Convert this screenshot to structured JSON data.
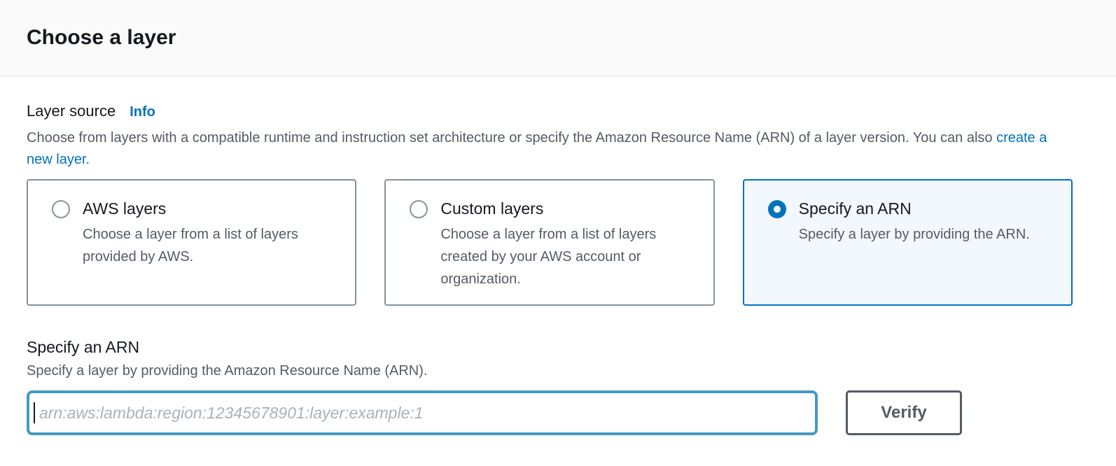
{
  "header": {
    "title": "Choose a layer"
  },
  "layer_source": {
    "label": "Layer source",
    "info_link": "Info",
    "description": "Choose from layers with a compatible runtime and instruction set architecture or specify the Amazon Resource Name (ARN) of a layer version. You can also ",
    "description_link": "create a new layer."
  },
  "cards": [
    {
      "title": "AWS layers",
      "description": "Choose a layer from a list of layers provided by AWS.",
      "selected": false
    },
    {
      "title": "Custom layers",
      "description": "Choose a layer from a list of layers created by your AWS account or organization.",
      "selected": false
    },
    {
      "title": "Specify an ARN",
      "description": "Specify a layer by providing the ARN.",
      "selected": true
    }
  ],
  "arn_section": {
    "heading": "Specify an ARN",
    "description": "Specify a layer by providing the Amazon Resource Name (ARN).",
    "input": {
      "value": "",
      "placeholder": "arn:aws:lambda:region:12345678901:layer:example:1"
    },
    "verify_button": "Verify"
  },
  "colors": {
    "accent_blue": "#0073bb",
    "selected_card_bg": "#f2f8fd",
    "selected_card_border": "#0073bb",
    "unselected_card_border": "#87919b",
    "focus_input_border": "#449ac0",
    "heading_text": "#16191f",
    "body_gray": "#545b64",
    "header_bg": "#fafafa",
    "divider": "#eaeded"
  }
}
